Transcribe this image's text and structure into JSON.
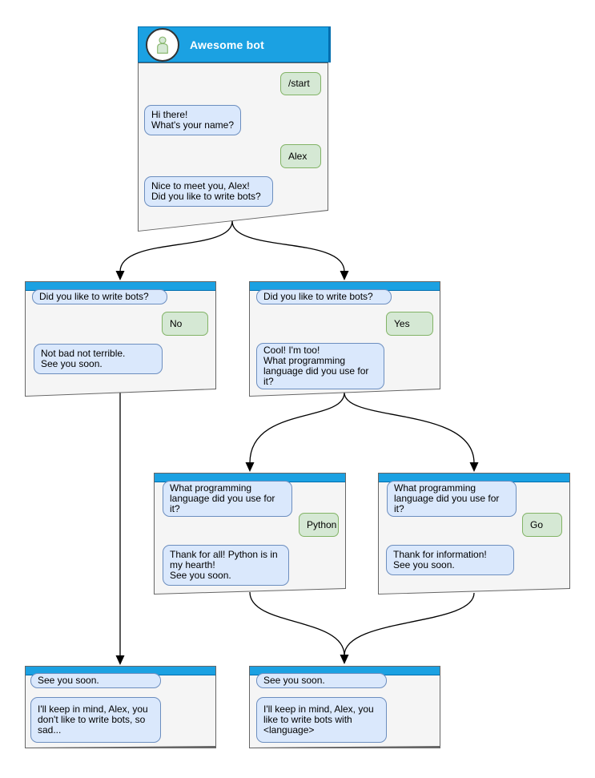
{
  "colors": {
    "header_blue": "#1ba1e2",
    "header_border": "#006eaf",
    "window_fill": "#f5f5f5",
    "window_border": "#666666",
    "bot_bubble_fill": "#dae8fc",
    "bot_bubble_border": "#6c8ebf",
    "user_bubble_fill": "#d5e8d4",
    "user_bubble_border": "#82b366",
    "arrow": "#000000",
    "title_text": "#ffffff"
  },
  "windows": [
    {
      "id": "main",
      "title": "Awesome bot",
      "messages": [
        {
          "from": "user",
          "text": "/start"
        },
        {
          "from": "bot",
          "text": "Hi there!\nWhat's your name?"
        },
        {
          "from": "user",
          "text": "Alex"
        },
        {
          "from": "bot",
          "text": "Nice to meet you, Alex!\nDid you like to write bots?"
        }
      ]
    },
    {
      "id": "branch-no",
      "messages": [
        {
          "from": "bot",
          "text": "Did you like to write bots?"
        },
        {
          "from": "user",
          "text": "No"
        },
        {
          "from": "bot",
          "text": "Not bad not terrible.\nSee you soon."
        }
      ]
    },
    {
      "id": "branch-yes",
      "messages": [
        {
          "from": "bot",
          "text": "Did you like to write bots?"
        },
        {
          "from": "user",
          "text": "Yes"
        },
        {
          "from": "bot",
          "text": "Cool! I'm too!\nWhat programming\nlanguage did you use for it?"
        }
      ]
    },
    {
      "id": "branch-python",
      "messages": [
        {
          "from": "bot",
          "text": "What programming\nlanguage did you use for it?"
        },
        {
          "from": "user",
          "text": "Python"
        },
        {
          "from": "bot",
          "text": "Thank for all! Python is in\nmy hearth!\nSee you soon."
        }
      ]
    },
    {
      "id": "branch-go",
      "messages": [
        {
          "from": "bot",
          "text": "What programming\nlanguage did you use for it?"
        },
        {
          "from": "user",
          "text": "Go"
        },
        {
          "from": "bot",
          "text": "Thank for information!\nSee you soon."
        }
      ]
    },
    {
      "id": "end-no",
      "messages": [
        {
          "from": "bot",
          "text": "See you soon."
        },
        {
          "from": "bot",
          "text": "I'll keep in mind, Alex, you\ndon't like to write bots, so\nsad..."
        }
      ]
    },
    {
      "id": "end-yes",
      "messages": [
        {
          "from": "bot",
          "text": "See you soon."
        },
        {
          "from": "bot",
          "text": "I'll keep in mind, Alex, you\nlike to write bots with\n<language>"
        }
      ]
    }
  ],
  "flow_edges": [
    {
      "from": "main",
      "to": "branch-no"
    },
    {
      "from": "main",
      "to": "branch-yes"
    },
    {
      "from": "branch-yes",
      "to": "branch-python"
    },
    {
      "from": "branch-yes",
      "to": "branch-go"
    },
    {
      "from": "branch-no",
      "to": "end-no"
    },
    {
      "from": "branch-python",
      "to": "end-yes"
    },
    {
      "from": "branch-go",
      "to": "end-yes"
    }
  ]
}
